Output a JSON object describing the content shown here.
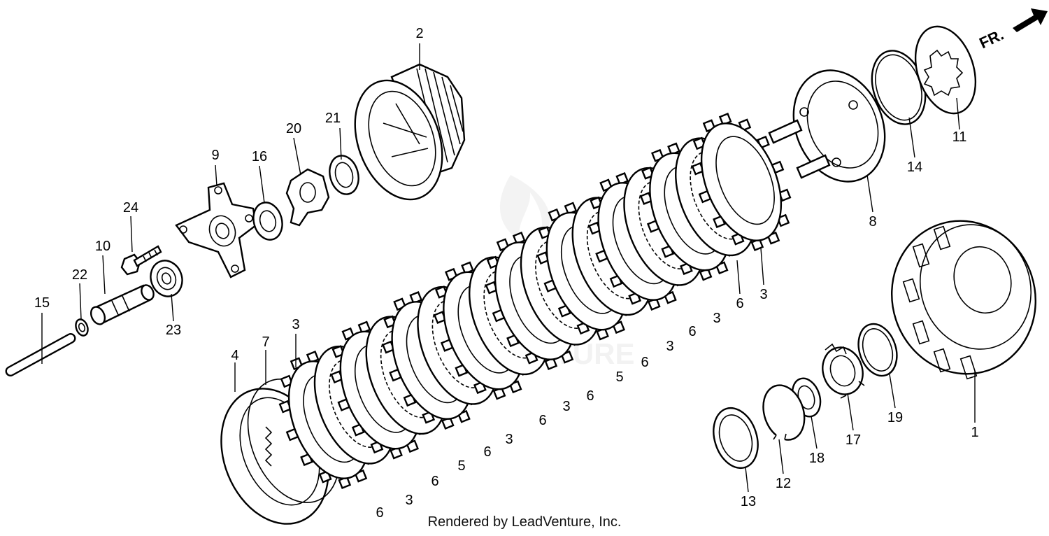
{
  "diagram": {
    "front_indicator": "FR.",
    "credit": "Rendered by LeadVenture, Inc.",
    "watermark": "LEADVENTURE",
    "callouts": [
      {
        "id": "c1",
        "label": "1"
      },
      {
        "id": "c2",
        "label": "2"
      },
      {
        "id": "c3a",
        "label": "3"
      },
      {
        "id": "c3b",
        "label": "3"
      },
      {
        "id": "c3c",
        "label": "3"
      },
      {
        "id": "c3d",
        "label": "3"
      },
      {
        "id": "c3e",
        "label": "3"
      },
      {
        "id": "c3f",
        "label": "3"
      },
      {
        "id": "c3g",
        "label": "3"
      },
      {
        "id": "c4",
        "label": "4"
      },
      {
        "id": "c5a",
        "label": "5"
      },
      {
        "id": "c5b",
        "label": "5"
      },
      {
        "id": "c6a",
        "label": "6"
      },
      {
        "id": "c6b",
        "label": "6"
      },
      {
        "id": "c6c",
        "label": "6"
      },
      {
        "id": "c6d",
        "label": "6"
      },
      {
        "id": "c6e",
        "label": "6"
      },
      {
        "id": "c6f",
        "label": "6"
      },
      {
        "id": "c6g",
        "label": "6"
      },
      {
        "id": "c6h",
        "label": "6"
      },
      {
        "id": "c7",
        "label": "7"
      },
      {
        "id": "c8",
        "label": "8"
      },
      {
        "id": "c9",
        "label": "9"
      },
      {
        "id": "c10",
        "label": "10"
      },
      {
        "id": "c11",
        "label": "11"
      },
      {
        "id": "c12",
        "label": "12"
      },
      {
        "id": "c13",
        "label": "13"
      },
      {
        "id": "c14",
        "label": "14"
      },
      {
        "id": "c15",
        "label": "15"
      },
      {
        "id": "c16",
        "label": "16"
      },
      {
        "id": "c17",
        "label": "17"
      },
      {
        "id": "c18",
        "label": "18"
      },
      {
        "id": "c19",
        "label": "19"
      },
      {
        "id": "c20",
        "label": "20"
      },
      {
        "id": "c21",
        "label": "21"
      },
      {
        "id": "c22",
        "label": "22"
      },
      {
        "id": "c23",
        "label": "23"
      },
      {
        "id": "c24",
        "label": "24"
      }
    ]
  }
}
